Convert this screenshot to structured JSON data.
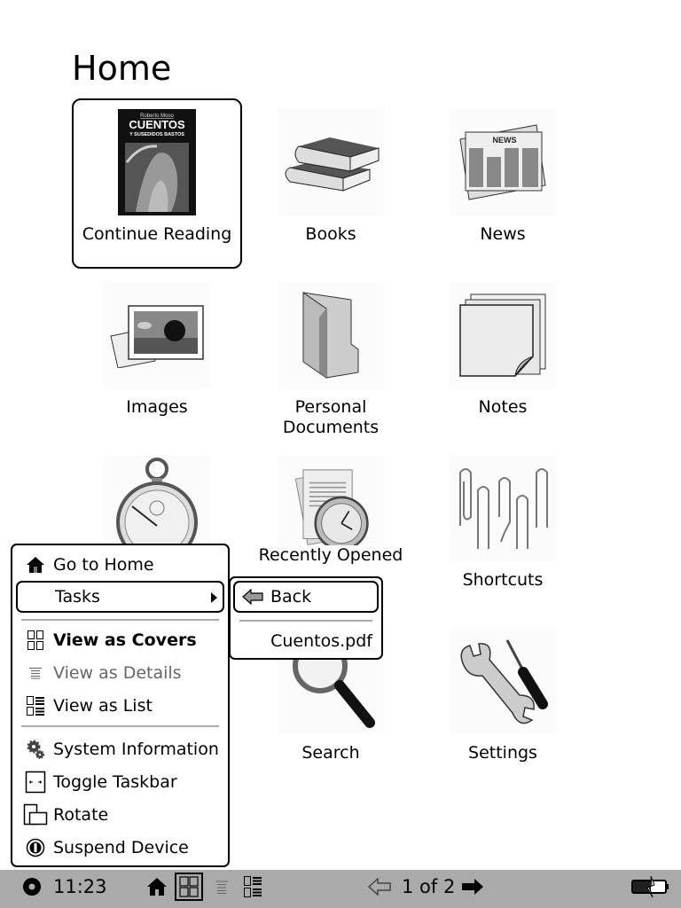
{
  "page": {
    "title": "Home"
  },
  "tiles": [
    {
      "id": "continue-reading",
      "label": "Continue Reading",
      "selected": true,
      "cover": {
        "author": "Roberto Moso",
        "title": "CUENTOS",
        "subtitle": "Y SUSEDIDOS BASTOS"
      }
    },
    {
      "id": "books",
      "label": "Books"
    },
    {
      "id": "news",
      "label": "News",
      "icon_text": "NEWS"
    },
    {
      "id": "images",
      "label": "Images"
    },
    {
      "id": "personal-documents",
      "label": "Personal Documents"
    },
    {
      "id": "notes",
      "label": "Notes"
    },
    {
      "id": "stopwatch",
      "label": ""
    },
    {
      "id": "recently-opened",
      "label": "Recently Opened"
    },
    {
      "id": "shortcuts",
      "label": "Shortcuts"
    },
    {
      "id": "search",
      "label": "Search"
    },
    {
      "id": "settings",
      "label": "Settings"
    }
  ],
  "menu": {
    "items": [
      {
        "label": "Go to Home",
        "icon": "home-icon"
      },
      {
        "label": "Tasks",
        "icon": "",
        "has_submenu": true,
        "highlighted": true
      },
      {
        "label": "View as Covers",
        "icon": "grid-icon",
        "bold": true
      },
      {
        "label": "View as Details",
        "icon": "details-icon",
        "disabled": true
      },
      {
        "label": "View as List",
        "icon": "list-icon"
      },
      {
        "label": "System Information",
        "icon": "gears-icon"
      },
      {
        "label": "Toggle Taskbar",
        "icon": "taskbar-toggle-icon"
      },
      {
        "label": "Rotate",
        "icon": "rotate-icon"
      },
      {
        "label": "Suspend Device",
        "icon": "power-icon"
      }
    ]
  },
  "submenu": {
    "items": [
      {
        "label": "Back",
        "icon": "back-arrow-icon",
        "highlighted": true
      },
      {
        "label": "Cuentos.pdf"
      }
    ]
  },
  "taskbar": {
    "time": "11:23",
    "page_indicator": "1 of 2",
    "battery_icon": "battery-charging-icon",
    "colors": {
      "background": "#aaaaaa"
    }
  }
}
